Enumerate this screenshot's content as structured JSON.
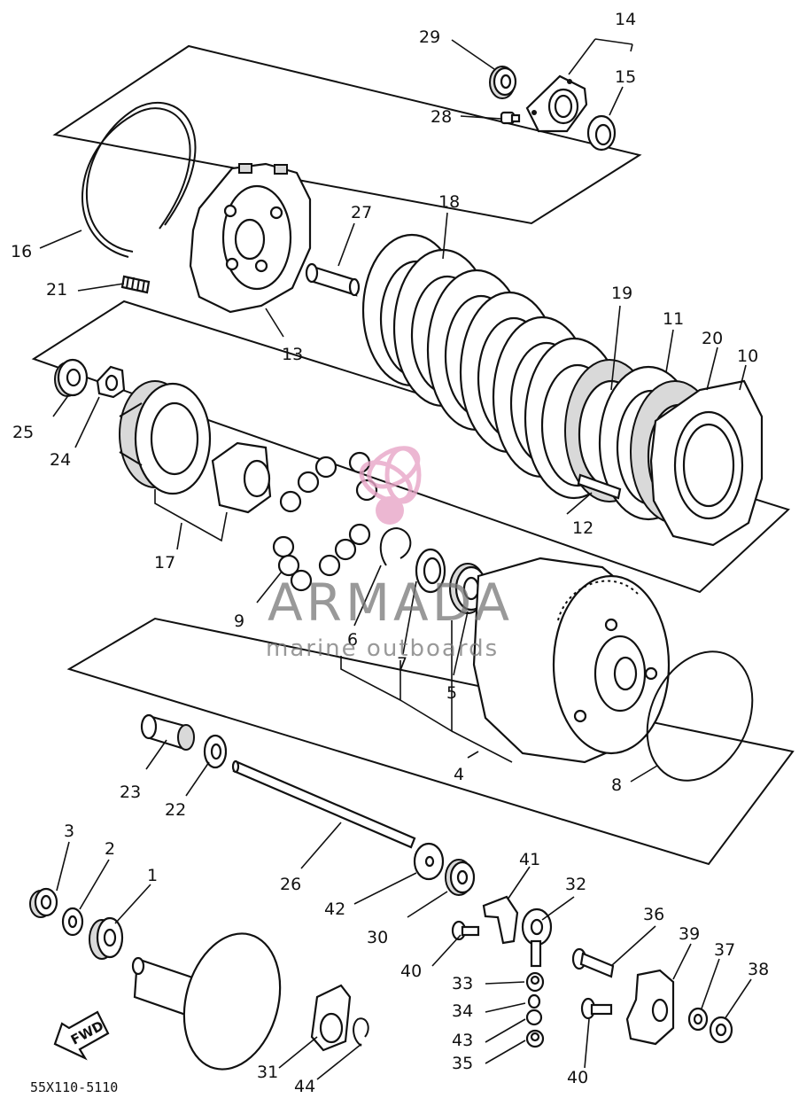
{
  "diagram": {
    "part_labels": [
      "29",
      "14",
      "15",
      "28",
      "16",
      "27",
      "18",
      "21",
      "13",
      "19",
      "11",
      "20",
      "10",
      "25",
      "24",
      "17",
      "12",
      "9",
      "6",
      "7",
      "5",
      "23",
      "22",
      "4",
      "8",
      "3",
      "2",
      "1",
      "26",
      "41",
      "32",
      "42",
      "30",
      "36",
      "39",
      "37",
      "38",
      "40",
      "33",
      "34",
      "43",
      "35",
      "31",
      "44",
      "40"
    ],
    "figure_code": "55X110-5110",
    "fwd_label": "FWD"
  },
  "watermark": {
    "brand": "ARMADA",
    "tagline": "marine outboards",
    "accent_color": "#e8a6c8"
  }
}
